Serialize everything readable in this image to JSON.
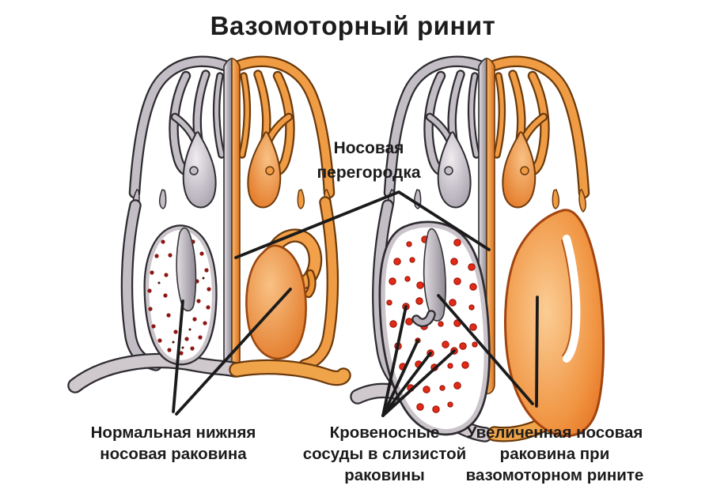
{
  "title": "Вазомоторный ринит",
  "labels": {
    "septum": {
      "lines": [
        "Носовая",
        "перегородка"
      ]
    },
    "normal": {
      "lines": [
        "Нормальная нижняя",
        "носовая раковина"
      ]
    },
    "vessels": {
      "lines": [
        "Кровеносные",
        "сосуды в слизистой",
        "раковины"
      ]
    },
    "enlarged": {
      "lines": [
        "Увеличенная носовая",
        "раковина при",
        "вазомоторном рините"
      ]
    }
  },
  "colors": {
    "background": "#ffffff",
    "text": "#1c1c1c",
    "pointer_line": "#1b1b1b",
    "gray": "#c3bdc5",
    "gray_deep": "#8f8894",
    "orange": "#f09c44",
    "orange_deep": "#e0751f",
    "red_vessels": "#e22b17",
    "red_vessels_dark": "#8c1612",
    "outline": "#2e2c30",
    "outline_brown": "#6b3a0c"
  }
}
